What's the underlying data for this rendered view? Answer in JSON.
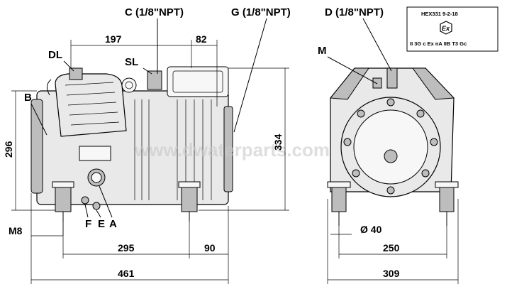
{
  "labels": {
    "c": "C (1/8\"NPT)",
    "g": "G (1/8\"NPT)",
    "d": "D (1/8\"NPT)",
    "dl": "DL",
    "sl": "SL",
    "b": "B",
    "m": "M",
    "m8": "M8",
    "f": "F",
    "e": "E",
    "a": "A"
  },
  "dimensions": {
    "d197": "197",
    "d82": "82",
    "d296": "296",
    "d334": "334",
    "d295": "295",
    "d90": "90",
    "d461": "461",
    "d250": "250",
    "d309": "309",
    "phi40": "Ø 40"
  },
  "cert_box": {
    "code": "HEX331 9-2-18",
    "marking": "II 3G c Ex nA IIB T3 Gc",
    "ex_symbol": "Ex"
  },
  "watermark": "www.dwaterparts.com",
  "icons": {
    "ex_mark": "atex-hexagon-icon"
  }
}
